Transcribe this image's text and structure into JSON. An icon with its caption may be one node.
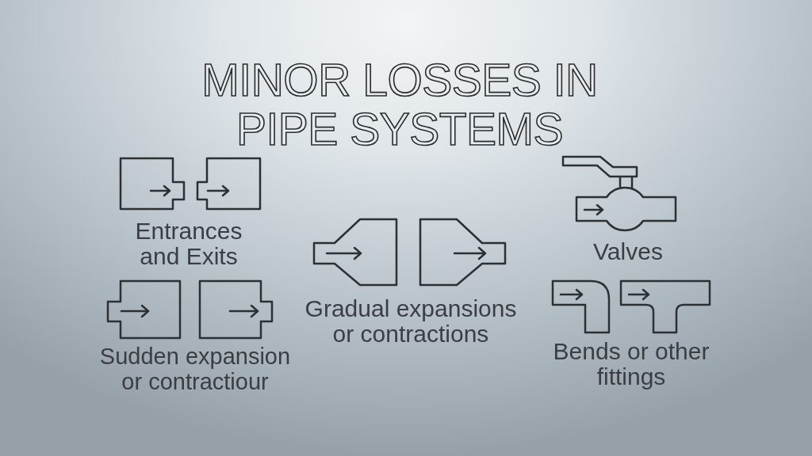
{
  "diagram": {
    "title": "MINOR LOSSES IN PIPE SYSTEMS",
    "labels": [
      "Entrances and Exits",
      "Valves",
      "Gradual expansions or contractions",
      "Sudden expansion or contractiour",
      "Bends or other fittings"
    ]
  }
}
